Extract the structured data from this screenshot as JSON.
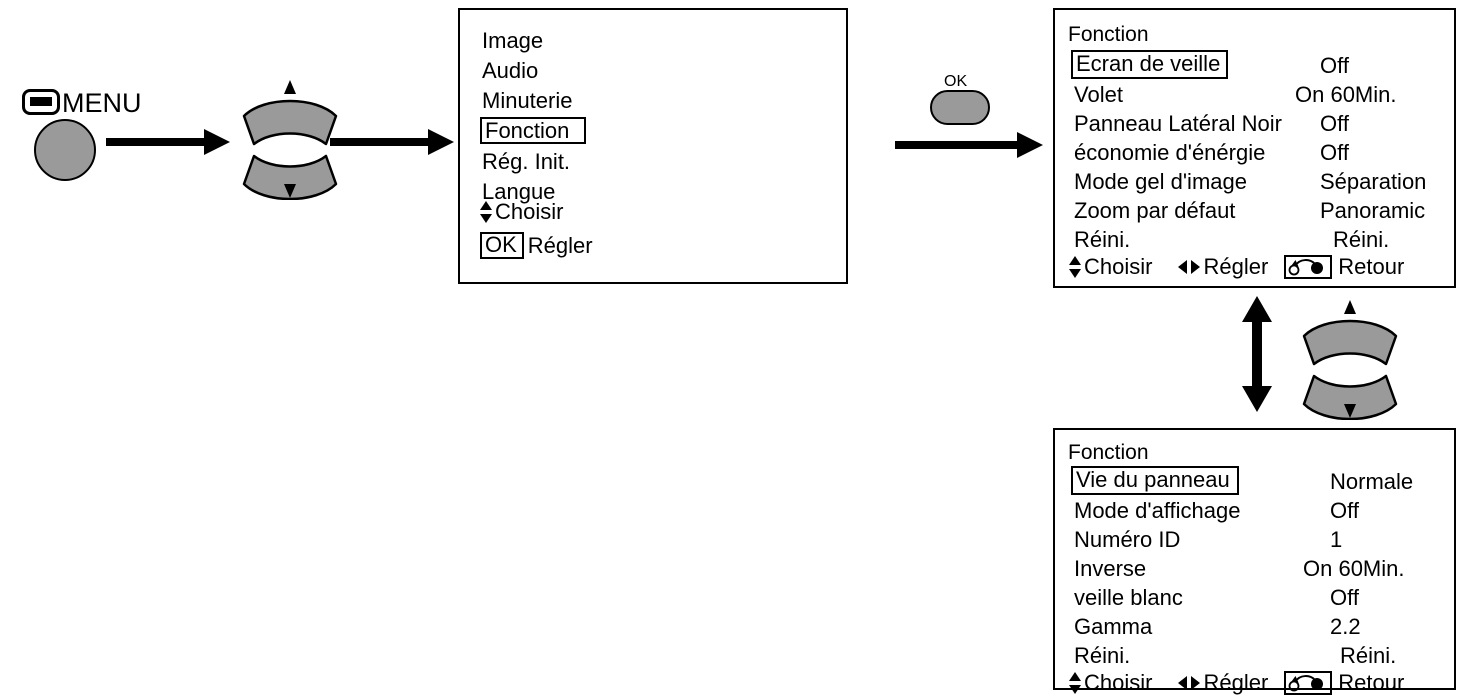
{
  "remote": {
    "menu_button": {
      "icon": "menu-badge-icon",
      "label": "MENU"
    },
    "ok_button": {
      "label": "OK"
    },
    "rocker_up_icon": "rocker-up-key-icon",
    "rocker_down_icon": "rocker-down-key-icon"
  },
  "menus": {
    "main": {
      "items": [
        "Image",
        "Audio",
        "Minuterie",
        "Fonction",
        "Rég. Init.",
        "Langue"
      ],
      "selected": "Fonction",
      "hints": {
        "choose": "Choisir",
        "set_key": "OK",
        "set": "Régler"
      }
    },
    "fonction_page1": {
      "title": "Fonction",
      "selected": "Ecran de veille",
      "rows": [
        {
          "label": "Ecran de veille",
          "value": "Off"
        },
        {
          "label": "Volet",
          "value": "On  60Min."
        },
        {
          "label": "Panneau Latéral Noir",
          "value": "Off"
        },
        {
          "label": "économie d'énérgie",
          "value": "Off"
        },
        {
          "label": "Mode gel d'image",
          "value": "Séparation"
        },
        {
          "label": "Zoom par défaut",
          "value": "Panoramic"
        },
        {
          "label": "Réini.",
          "value": "Réini."
        }
      ],
      "hints": {
        "choose": "Choisir",
        "adjust": "Régler",
        "back": "Retour"
      }
    },
    "fonction_page2": {
      "title": "Fonction",
      "selected": "Vie du panneau",
      "rows": [
        {
          "label": "Vie du panneau",
          "value": "Normale"
        },
        {
          "label": "Mode d'affichage",
          "value": "Off"
        },
        {
          "label": "Numéro ID",
          "value": "1"
        },
        {
          "label": "Inverse",
          "value": "On  60Min."
        },
        {
          "label": "veille blanc",
          "value": "Off"
        },
        {
          "label": "Gamma",
          "value": "2.2"
        },
        {
          "label": "Réini.",
          "value": "Réini."
        }
      ],
      "hints": {
        "choose": "Choisir",
        "adjust": "Régler",
        "back": "Retour"
      }
    }
  },
  "colors": {
    "ink": "#000000",
    "button_gray": "#9a9a9a",
    "background": "#ffffff"
  }
}
